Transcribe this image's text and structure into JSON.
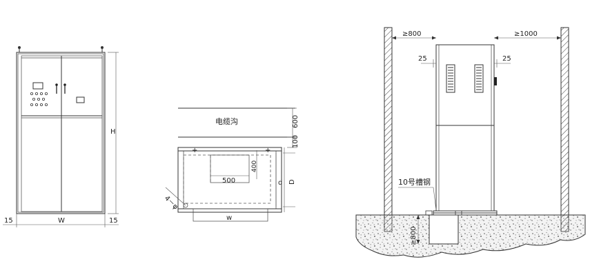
{
  "cabinet_front": {
    "label_h": "H",
    "label_w": "W",
    "label_left_margin": "15",
    "label_right_margin": "15"
  },
  "foundation_plan": {
    "label_cable_trench": "电缆沟",
    "label_600": "600",
    "label_100": "100",
    "label_400": "400",
    "label_500": "500",
    "label_d": "d",
    "label_D": "D",
    "label_w": "w",
    "label_hole": "4－φ"
  },
  "installation_section": {
    "label_clear_left": "≥800",
    "label_clear_right": "≥1000",
    "label_gap_left": "25",
    "label_gap_right": "25",
    "label_channel_steel": "10号槽钢",
    "label_pit_depth": "≥800"
  }
}
